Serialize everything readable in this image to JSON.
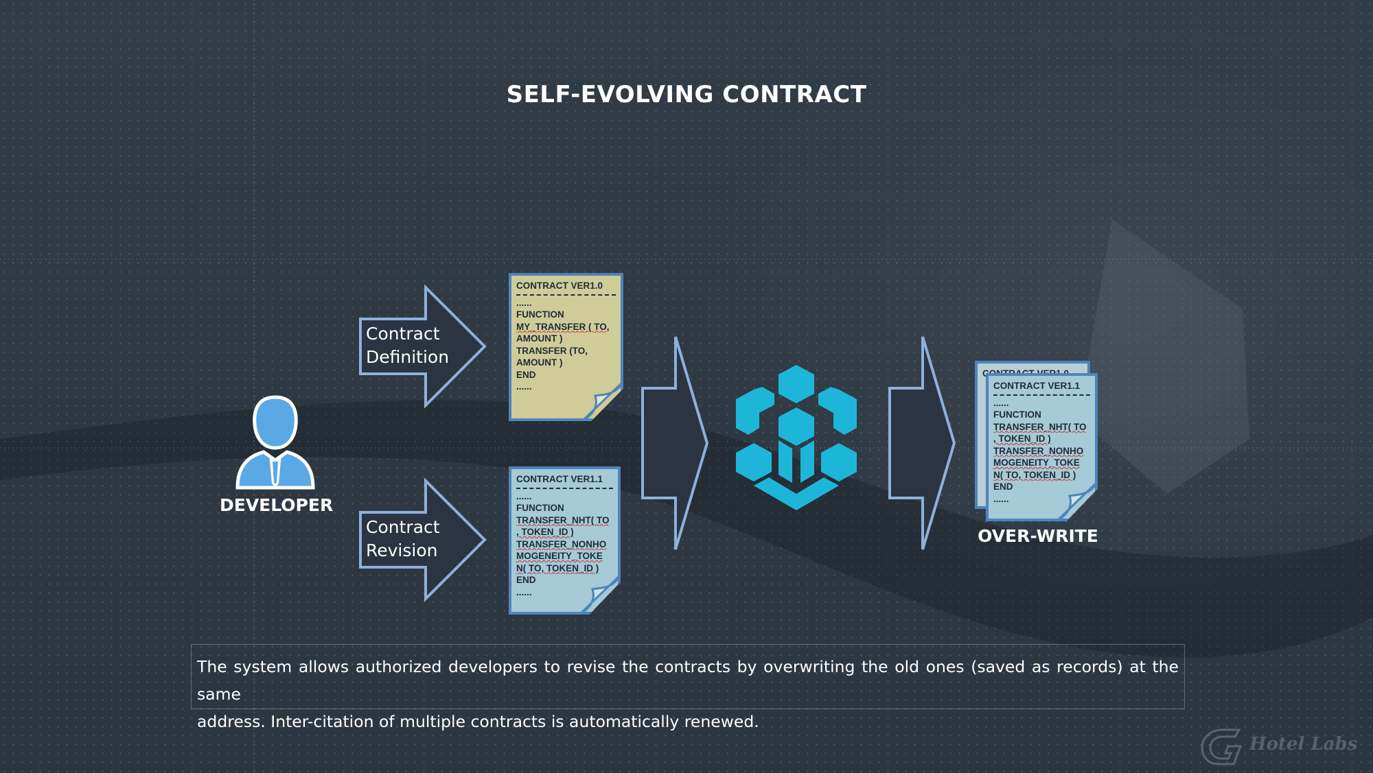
{
  "title": "SELF-EVOLVING CONTRACT",
  "developer_label": "DEVELOPER",
  "arrows": {
    "definition": [
      "Contract",
      "Definition"
    ],
    "revision": [
      "Contract",
      "Revision"
    ]
  },
  "doc_v10": {
    "header": "CONTRACT VER1.0",
    "lines": [
      "......",
      "FUNCTION",
      "MY_TRANSFER ( TO,",
      "AMOUNT )",
      "TRANSFER (TO,",
      "AMOUNT )",
      "END",
      "......"
    ]
  },
  "doc_v11": {
    "header": "CONTRACT VER1.1",
    "lines": [
      "......",
      "FUNCTION",
      "TRANSFER_NHT( TO",
      ", TOKEN_ID )",
      "TRANSFER_NONHO",
      "MOGENEITY_TOKE",
      "N( TO, TOKEN_ID )",
      "END",
      "......"
    ]
  },
  "back_doc_header": "CONTRACT VER1.0",
  "overwrite_label": "OVER-WRITE",
  "description": [
    "The system allows authorized developers to revise the contracts by overwriting the old ones (saved as records) at the same",
    "address. Inter-citation of multiple contracts is automatically renewed."
  ],
  "watermark": "Hotel Labs",
  "colors": {
    "background": "#2f3a45",
    "doc_v10_fill": "#cfcc9a",
    "doc_v11_fill": "#a6cad6",
    "doc_border": "#4f84b9",
    "logo_cyan": "#1db6d9",
    "person": "#5aa8e6"
  }
}
